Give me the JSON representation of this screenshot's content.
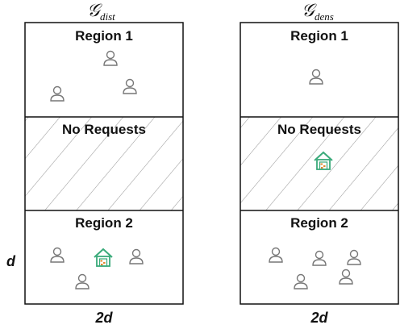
{
  "panels": [
    {
      "title_main": "𝒢",
      "title_sub": "dist",
      "region1_label": "Region 1",
      "middle_label": "No Requests",
      "region2_label": "Region 2",
      "width_label": "2d"
    },
    {
      "title_main": "𝒢",
      "title_sub": "dens",
      "region1_label": "Region 1",
      "middle_label": "No Requests",
      "region2_label": "Region 2",
      "width_label": "2d"
    }
  ],
  "height_label": "d",
  "colors": {
    "border": "#111111",
    "hatch": "#9a9a9a",
    "person": "#777777",
    "depot_roof": "#3aaa7a",
    "depot_box": "#e08a30"
  },
  "icons": {
    "person": "person-outline-icon",
    "depot": "warehouse-icon"
  }
}
